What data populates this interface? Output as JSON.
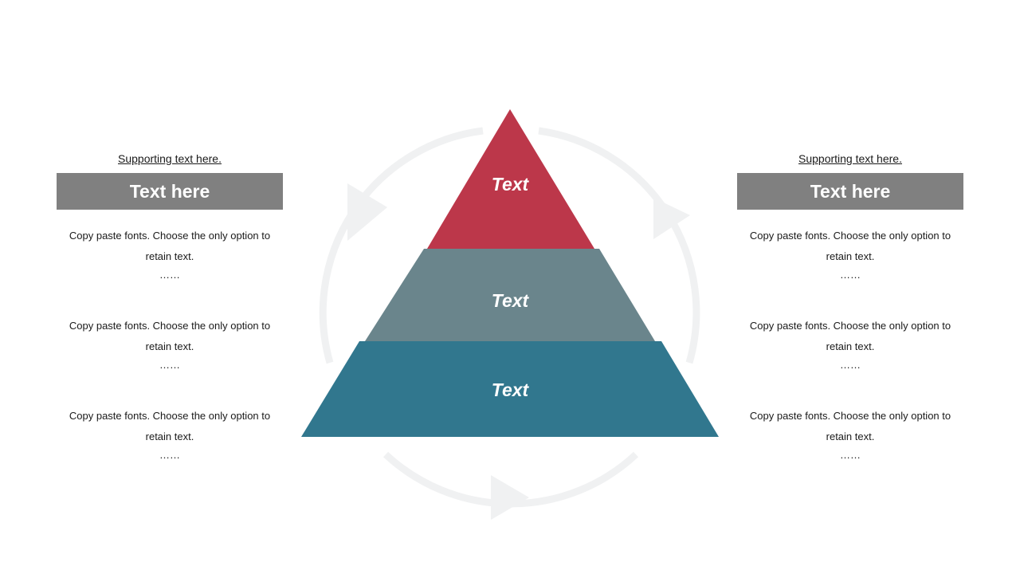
{
  "left_panel": {
    "supporting_text": "Supporting text here.",
    "header": "Text here",
    "paragraphs": [
      {
        "line1": "Copy paste fonts. Choose the only option to",
        "line2": "retain text.",
        "dots": "……"
      },
      {
        "line1": "Copy paste fonts. Choose the only option to",
        "line2": "retain text.",
        "dots": "……"
      },
      {
        "line1": "Copy paste fonts. Choose the only option to",
        "line2": "retain text.",
        "dots": "……"
      }
    ]
  },
  "right_panel": {
    "supporting_text": "Supporting text here.",
    "header": "Text here",
    "paragraphs": [
      {
        "line1": "Copy paste fonts. Choose the only option to",
        "line2": "retain text.",
        "dots": "……"
      },
      {
        "line1": "Copy paste fonts. Choose the only option to",
        "line2": "retain text.",
        "dots": "……"
      },
      {
        "line1": "Copy paste fonts. Choose the only option to",
        "line2": "retain text.",
        "dots": "……"
      }
    ]
  },
  "pyramid": {
    "tiers": [
      {
        "label": "Text",
        "color": "#bc374a"
      },
      {
        "label": "Text",
        "color": "#6a858c"
      },
      {
        "label": "Text",
        "color": "#31778e"
      }
    ]
  },
  "cycle_color": "#f0f1f2",
  "header_color": "#808080"
}
